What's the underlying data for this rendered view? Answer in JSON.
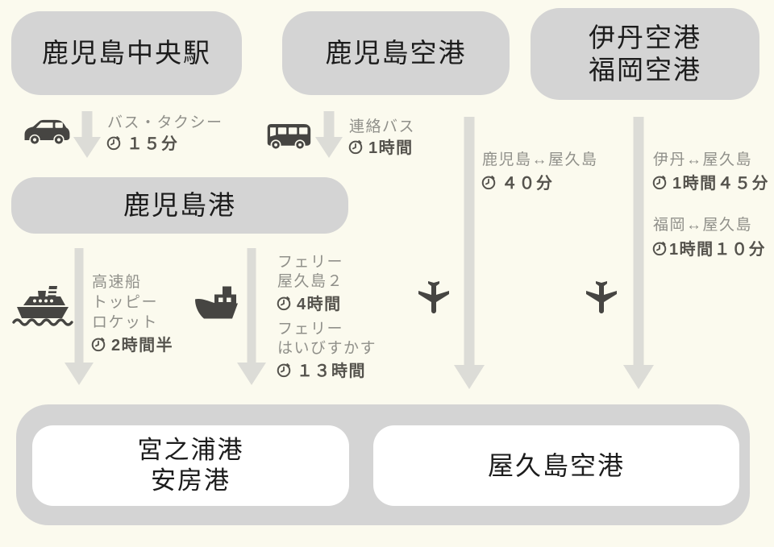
{
  "colors": {
    "background": "#FBFAEE",
    "node_box": "#D4D4D4",
    "arrow": "#DCDCD7",
    "icon": "#464542",
    "label_gray": "#90908A",
    "time_text": "#55534D",
    "node_text": "#1C1C1C",
    "white_box": "#FFFFFF"
  },
  "nodes": {
    "kagoshima_chuo_station": "鹿児島中央駅",
    "kagoshima_airport": "鹿児島空港",
    "itami_airport": "伊丹空港",
    "fukuoka_airport": "福岡空港",
    "kagoshima_port": "鹿児島港",
    "miyanoura_port": "宮之浦港",
    "anbo_port": "安房港",
    "yakushima_airport": "屋久島空港"
  },
  "routes": {
    "bus_taxi": {
      "label": "バス・タクシー",
      "time": "１５分"
    },
    "airport_bus": {
      "label": "連絡バス",
      "time": "1時間"
    },
    "highspeed_boat": {
      "name1": "高速船",
      "name2": "トッピー",
      "name3": "ロケット",
      "time": "2時間半"
    },
    "ferry_yakushima2": {
      "name1": "フェリー",
      "name2": "屋久島２",
      "time": "4時間"
    },
    "ferry_hibiscus": {
      "name1": "フェリー",
      "name2": "はいびすかす",
      "time": "１３時間"
    },
    "flight_kagoshima": {
      "label": "鹿児島↔屋久島",
      "time": "４０分"
    },
    "flight_itami": {
      "label": "伊丹↔屋久島",
      "time": "1時間４５分"
    },
    "flight_fukuoka": {
      "label": "福岡↔屋久島",
      "time": "1時間１０分"
    }
  }
}
